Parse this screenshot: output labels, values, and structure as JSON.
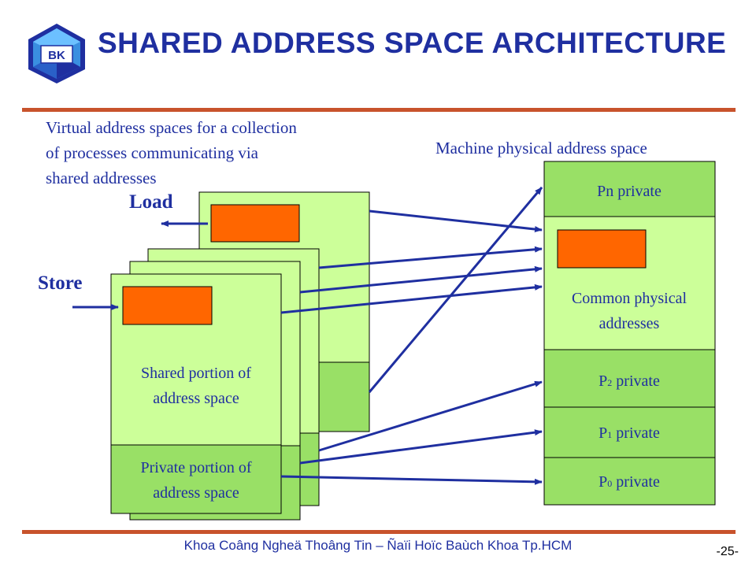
{
  "header": {
    "logo_text": "BK",
    "title": "SHARED ADDRESS SPACE ARCHITECTURE"
  },
  "labels": {
    "virtual_line1": "Virtual address spaces for a collection",
    "virtual_line2": "of processes communicating via",
    "virtual_line3": "shared addresses",
    "machine": "Machine physical address space",
    "load": "Load",
    "store": "Store",
    "shared1": "Shared portion of",
    "shared2": "address space",
    "private1": "Private portion of",
    "private2": "address space"
  },
  "physical": {
    "pn": "Pn private",
    "common1": "Common physical",
    "common2": "addresses",
    "p2_base": "P",
    "p2_sub": "2",
    "p2_rest": " private",
    "p1_base": "P",
    "p1_sub": "1",
    "p1_rest": " private",
    "p0_base": "P",
    "p0_sub": "0",
    "p0_rest": " private"
  },
  "footer": {
    "text": "Khoa Coâng Ngheä Thoâng Tin – Ñaïi Hoïc Baùch Khoa Tp.HCM",
    "page": "-25-"
  },
  "colors": {
    "title": "#1f2fa0",
    "rule": "#c8532c",
    "light_green": "#ccff99",
    "green": "#99e066",
    "orange": "#ff6600"
  }
}
